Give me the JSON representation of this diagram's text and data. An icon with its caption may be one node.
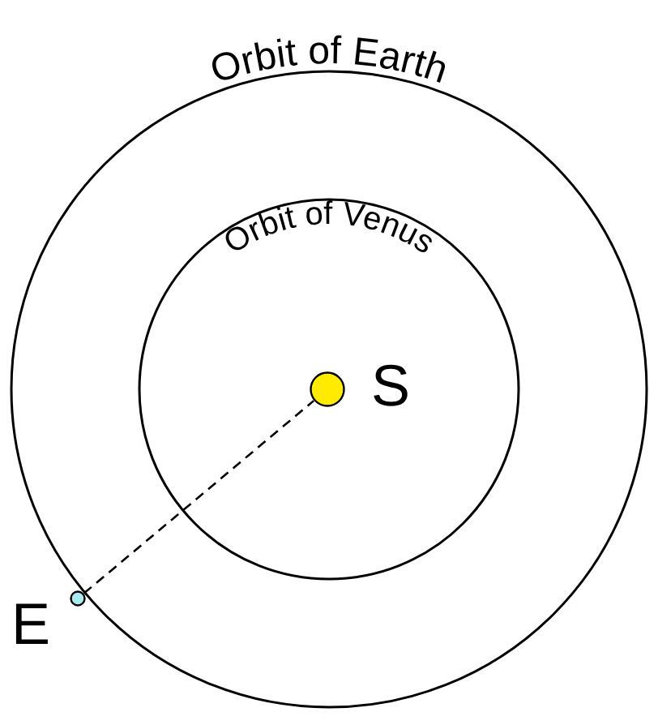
{
  "diagram": {
    "nodes": [
      {
        "text": [
          "Orbit of Earth"
        ]
      },
      {
        "text": [
          "Orbit of Venus"
        ],
        "in": 0
      },
      {
        "text": [
          "S"
        ],
        "in": 1
      },
      {
        "text": [
          "E"
        ]
      }
    ],
    "edges": [
      {
        "from": 3,
        "to": 2,
        "arrow": "none",
        "style": "dashed"
      }
    ]
  }
}
